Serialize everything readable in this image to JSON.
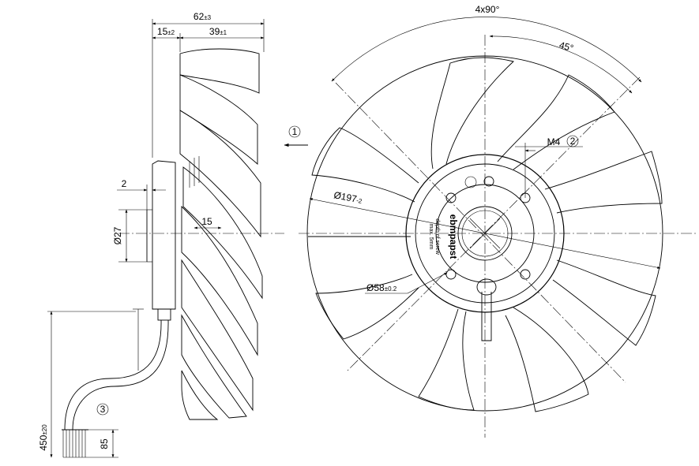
{
  "side_view": {
    "overall_width": {
      "value": "62",
      "tol": "±3"
    },
    "hub_offset": {
      "value": "15",
      "tol": "±2"
    },
    "blade_depth": {
      "value": "39",
      "tol": "±1"
    },
    "flange_thickness": "2",
    "shaft_diameter": "Ø27",
    "blade_offset": "15",
    "cable_length": {
      "value": "450",
      "tol": "±20"
    },
    "lead_strip_length": "85",
    "cable_callout": "3"
  },
  "front_view": {
    "angle_pattern": "4x90°",
    "angle_offset": "45°",
    "thread": "M4",
    "thread_callout": "2",
    "airflow_callout": "1",
    "impeller_diameter": {
      "value": "Ø197",
      "tol": "-2"
    },
    "bolt_circle_diameter": {
      "value": "Ø58",
      "tol": "±0.2"
    },
    "label": {
      "brand": "ebmpapst",
      "line1": "depth of screw",
      "line2": "max. 5mm"
    }
  }
}
